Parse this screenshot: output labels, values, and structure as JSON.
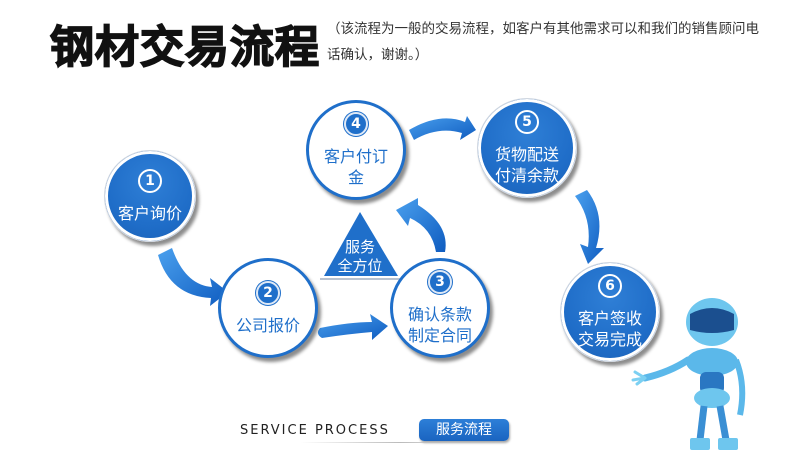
{
  "title": "钢材交易流程",
  "note": "（该流程为一般的交易流程，如客户有其他需求可以和我们的销售顾问电话确认，谢谢。）",
  "steps": [
    {
      "number": "1",
      "label": "客户询价",
      "style": "filled"
    },
    {
      "number": "2",
      "label": "公司报价",
      "style": "outline"
    },
    {
      "number": "3",
      "label": "确认条款\n制定合同",
      "style": "outline"
    },
    {
      "number": "4",
      "label": "客户付订\n金",
      "style": "outline"
    },
    {
      "number": "5",
      "label": "货物配送\n付清余款",
      "style": "filled"
    },
    {
      "number": "6",
      "label": "客户签收\n交易完成",
      "style": "filled"
    }
  ],
  "center": {
    "label": "服务\n全方位"
  },
  "footer": {
    "english": "SERVICE PROCESS",
    "button": "服务流程"
  },
  "colors": {
    "primary": "#1f6fca",
    "arrow": "#1a6fd8",
    "text": "#111111"
  }
}
